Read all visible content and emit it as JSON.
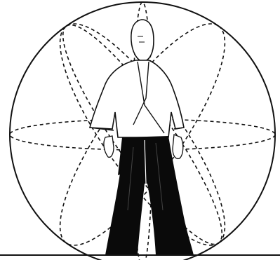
{
  "figure": {
    "subject": "aikido-practitioner-standing-in-sphere",
    "colors": {
      "background": "#ffffff",
      "ink": "#111111",
      "hakama": "#0a0a0a",
      "gi": "#ffffff"
    },
    "icons": [
      "sphere-outline",
      "dashed-meridian",
      "dashed-equator",
      "figure-hakama",
      "ground-line"
    ]
  }
}
